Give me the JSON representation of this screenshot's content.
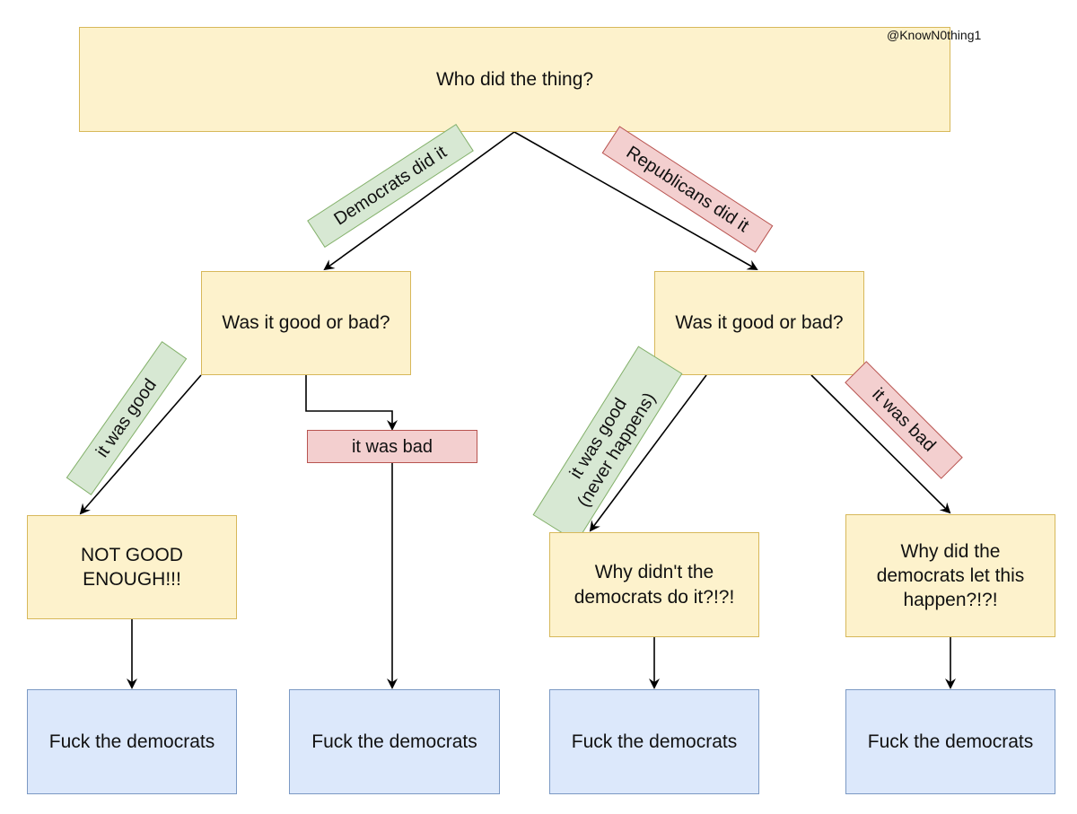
{
  "watermark": "@KnowN0thing1",
  "root": {
    "text": "Who did the thing?"
  },
  "edges": {
    "dem": "Democrats did it",
    "rep": "Republicans did it",
    "left_good": "it was good",
    "left_bad": "it was bad",
    "right_good": "it was good\n(never happens)",
    "right_bad": "it was bad"
  },
  "nodes": {
    "left_question": "Was it good or bad?",
    "right_question": "Was it good or bad?",
    "not_good_enough": "NOT GOOD\nENOUGH!!!",
    "why_didnt": "Why didn't the\ndemocrats do it?!?!",
    "why_let": "Why did the\ndemocrats let this\nhappen?!?!"
  },
  "outcomes": [
    "Fuck the democrats",
    "Fuck the democrats",
    "Fuck the democrats",
    "Fuck the democrats"
  ],
  "colors": {
    "yellow_fill": "#fdf2cc",
    "blue_fill": "#dce8fb",
    "green_fill": "#d7e8d3",
    "red_fill": "#f3cfcf"
  }
}
